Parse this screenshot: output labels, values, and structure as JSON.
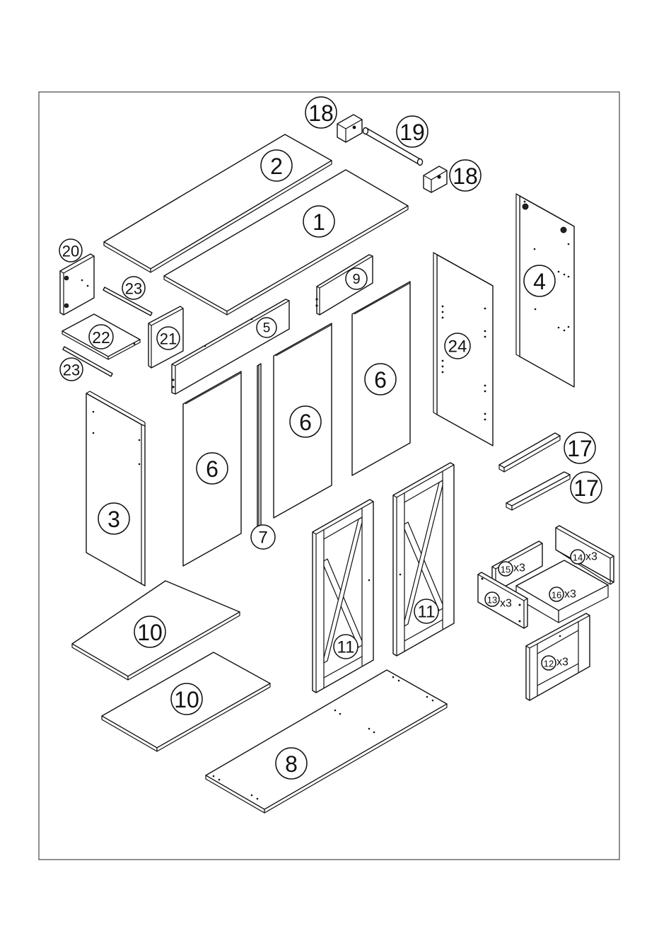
{
  "diagram": {
    "type": "exploded-parts-view",
    "callouts": {
      "p1": "1",
      "p2": "2",
      "p3": "3",
      "p4": "4",
      "p5": "5",
      "p6a": "6",
      "p6b": "6",
      "p6c": "6",
      "p7": "7",
      "p8": "8",
      "p9": "9",
      "p10a": "10",
      "p10b": "10",
      "p11a": "11",
      "p11b": "11",
      "p12": "12",
      "p13": "13",
      "p14": "14",
      "p15": "15",
      "p16": "16",
      "p17a": "17",
      "p17b": "17",
      "p18a": "18",
      "p18b": "18",
      "p19": "19",
      "p20": "20",
      "p21": "21",
      "p22": "22",
      "p23a": "23",
      "p23b": "23",
      "p24": "24"
    },
    "quantities": {
      "q12": "x3",
      "q13": "x3",
      "q14": "x3",
      "q15": "x3",
      "q16": "x3"
    }
  }
}
